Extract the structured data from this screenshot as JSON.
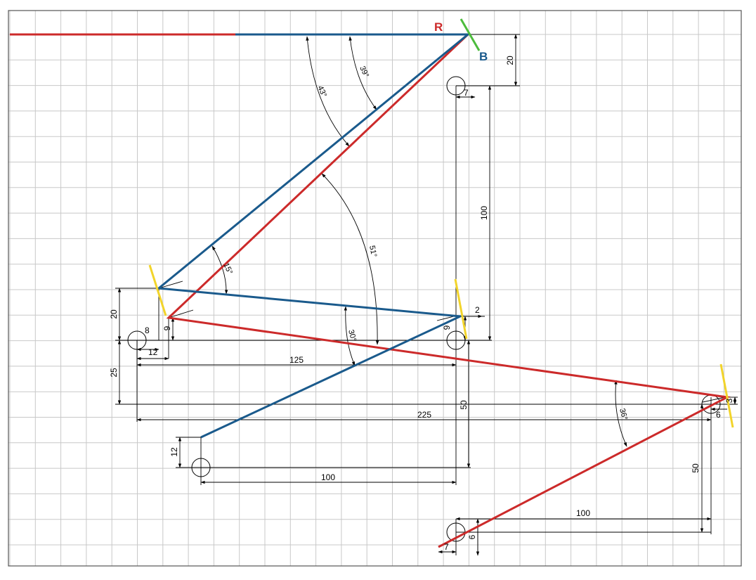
{
  "labels": {
    "red": "R",
    "blue": "B"
  },
  "colors": {
    "red": "#cc2a2a",
    "blue": "#1a5a8c",
    "mirror": "#f2d42b",
    "mirror_top": "#4cbb3c",
    "grid": "#c8c8c8"
  },
  "dimensions": {
    "d20_top": "20",
    "d7_top": "7",
    "d100_vert": "100",
    "d2": "2",
    "d20_left": "20",
    "d8": "8",
    "d12_left": "12",
    "d9_left": "9",
    "d9_mid": "9",
    "d25": "25",
    "d125": "125",
    "d225": "225",
    "d50_mid": "50",
    "d12_low": "12",
    "d100_low": "100",
    "d3": "3",
    "d6_right": "6",
    "d50_right": "50",
    "d100_bottom": "100",
    "d6_bottom": "6",
    "d7_bottom": "7"
  },
  "angles": {
    "a43": "43°",
    "a39": "39°",
    "a51": "51°",
    "a15": "15°",
    "a30": "30°",
    "a36": "36°"
  }
}
